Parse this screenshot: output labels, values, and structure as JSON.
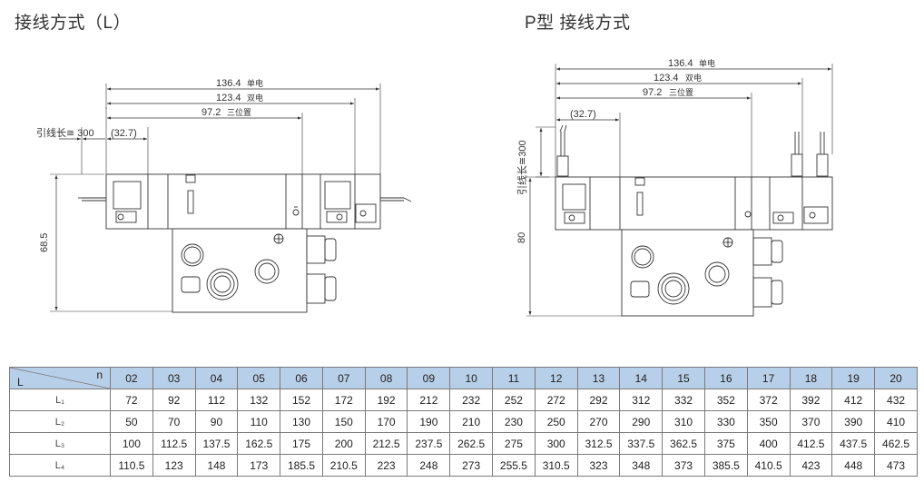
{
  "titles": {
    "left": "接线方式（L）",
    "right": "P型 接线方式"
  },
  "left_drawing": {
    "dim_single": "136.4",
    "dim_single_unit": "单电",
    "dim_double": "123.4",
    "dim_double_unit": "双电",
    "dim_three": "97.2",
    "dim_three_unit": "三位置",
    "dim_offset": "(32.7)",
    "lead_label": "引线长≅ 300",
    "height": "68.5"
  },
  "right_drawing": {
    "dim_single": "136.4",
    "dim_single_unit": "单电",
    "dim_double": "123.4",
    "dim_double_unit": "双电",
    "dim_three": "97.2",
    "dim_three_unit": "三位置",
    "dim_offset": "(32.7)",
    "lead_label": "引线长≅300",
    "height": "80"
  },
  "table": {
    "corner_n": "n",
    "corner_L": "L",
    "columns": [
      "02",
      "03",
      "04",
      "05",
      "06",
      "07",
      "08",
      "09",
      "10",
      "11",
      "12",
      "13",
      "14",
      "15",
      "16",
      "17",
      "18",
      "19",
      "20"
    ],
    "rows": [
      {
        "label": "L₁",
        "values": [
          "72",
          "92",
          "112",
          "132",
          "152",
          "172",
          "192",
          "212",
          "232",
          "252",
          "272",
          "292",
          "312",
          "332",
          "352",
          "372",
          "392",
          "412",
          "432"
        ]
      },
      {
        "label": "L₂",
        "values": [
          "50",
          "70",
          "90",
          "110",
          "130",
          "150",
          "170",
          "190",
          "210",
          "230",
          "250",
          "270",
          "290",
          "310",
          "330",
          "350",
          "370",
          "390",
          "410"
        ]
      },
      {
        "label": "L₃",
        "values": [
          "100",
          "112.5",
          "137.5",
          "162.5",
          "175",
          "200",
          "212.5",
          "237.5",
          "262.5",
          "275",
          "300",
          "312.5",
          "337.5",
          "362.5",
          "375",
          "400",
          "412.5",
          "437.5",
          "462.5"
        ]
      },
      {
        "label": "L₄",
        "values": [
          "110.5",
          "123",
          "148",
          "173",
          "185.5",
          "210.5",
          "223",
          "248",
          "273",
          "255.5",
          "310.5",
          "323",
          "348",
          "373",
          "385.5",
          "410.5",
          "423",
          "448",
          "473"
        ]
      }
    ],
    "header_color": "#b7cfe8"
  }
}
